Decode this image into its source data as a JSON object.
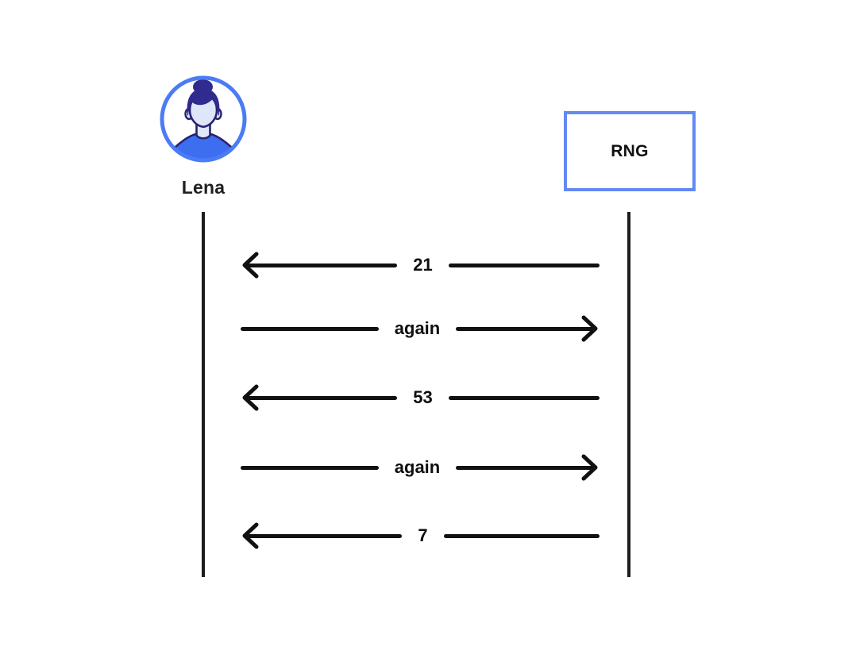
{
  "diagram": {
    "actor": {
      "name": "Lena",
      "icon": "woman-avatar-icon"
    },
    "object": {
      "name": "RNG"
    },
    "messages": [
      {
        "label": "21",
        "direction": "left"
      },
      {
        "label": "again",
        "direction": "right"
      },
      {
        "label": "53",
        "direction": "left"
      },
      {
        "label": "again",
        "direction": "right"
      },
      {
        "label": "7",
        "direction": "left"
      }
    ],
    "colors": {
      "line_black": "#111111",
      "avatar_ring_blue": "#4b7bf5",
      "object_border_blue": "#6389f3",
      "avatar_hair": "#2f2b8f",
      "avatar_face": "#dfe6f9",
      "avatar_shirt": "#3d6ef0"
    }
  }
}
